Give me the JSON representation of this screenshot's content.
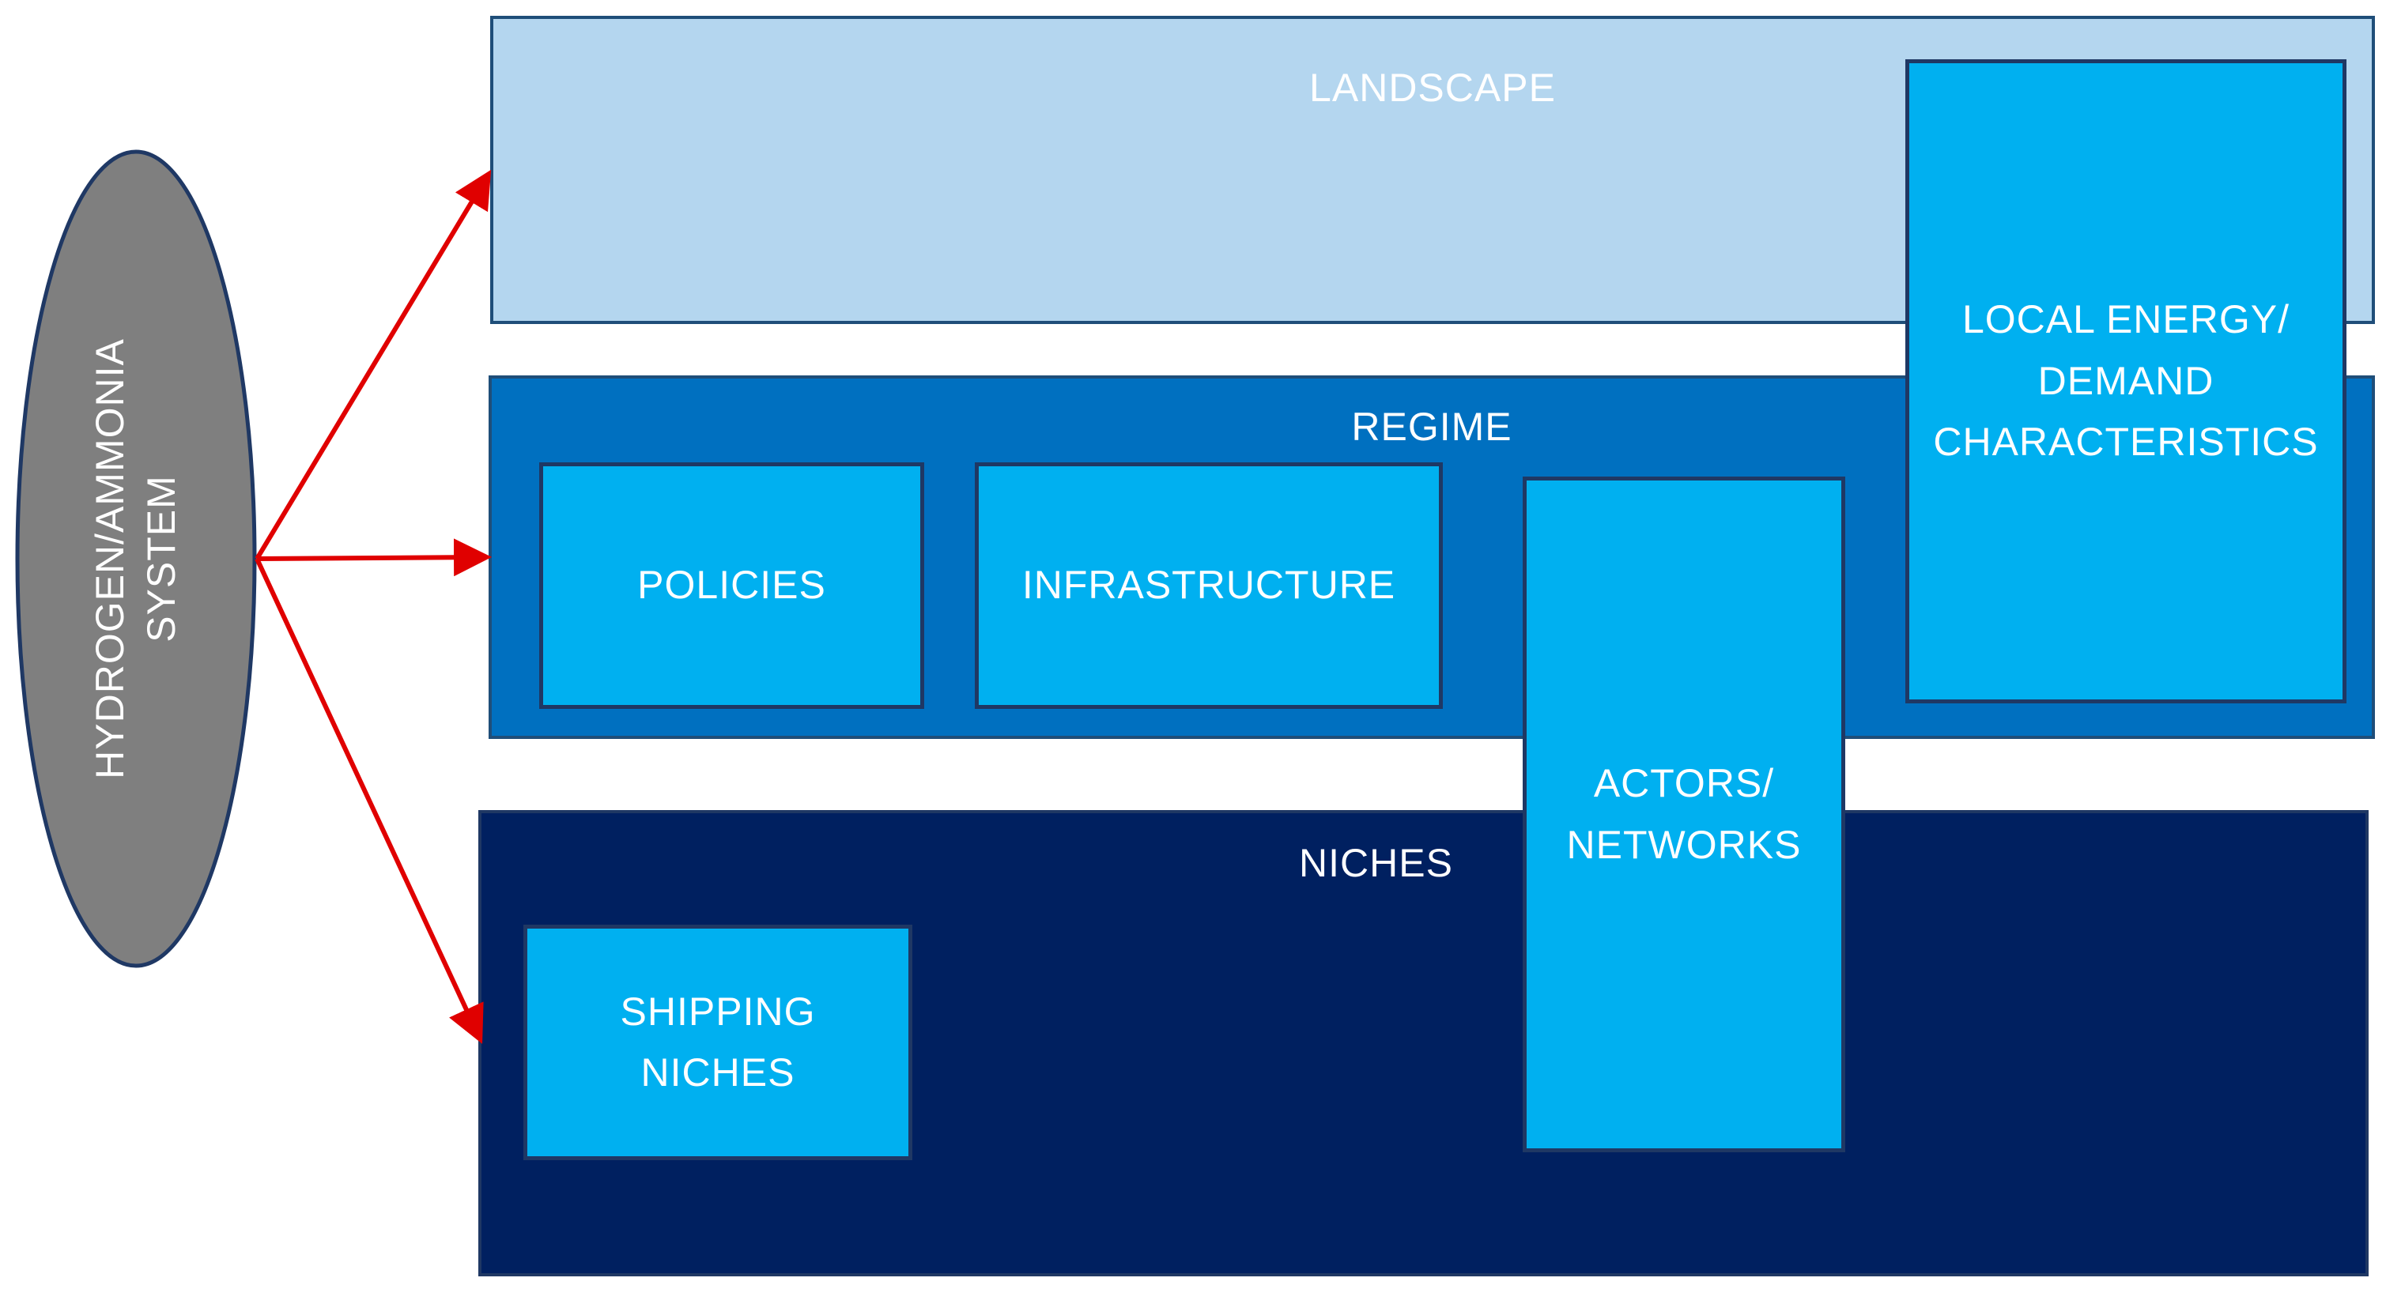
{
  "system": {
    "label": "HYDROGEN/AMMONIA\nSYSTEM",
    "fill": "#7f7f7f",
    "outline": "#1f3864"
  },
  "layers": {
    "landscape": {
      "title": "LANDSCAPE",
      "fill": "#b4d6ef"
    },
    "regime": {
      "title": "REGIME",
      "fill": "#0070c0"
    },
    "niches": {
      "title": "NICHES",
      "fill": "#002060"
    }
  },
  "boxes": {
    "policies": "POLICIES",
    "infrastructure": "INFRASTRUCTURE",
    "actors_networks": "ACTORS/\nNETWORKS",
    "local_energy_demand": "LOCAL ENERGY/\nDEMAND\nCHARACTERISTICS",
    "shipping_niches": "SHIPPING\nNICHES"
  },
  "colors": {
    "box_fill": "#00b0f0",
    "box_border": "#1f3864",
    "arrow": "#e00000"
  }
}
